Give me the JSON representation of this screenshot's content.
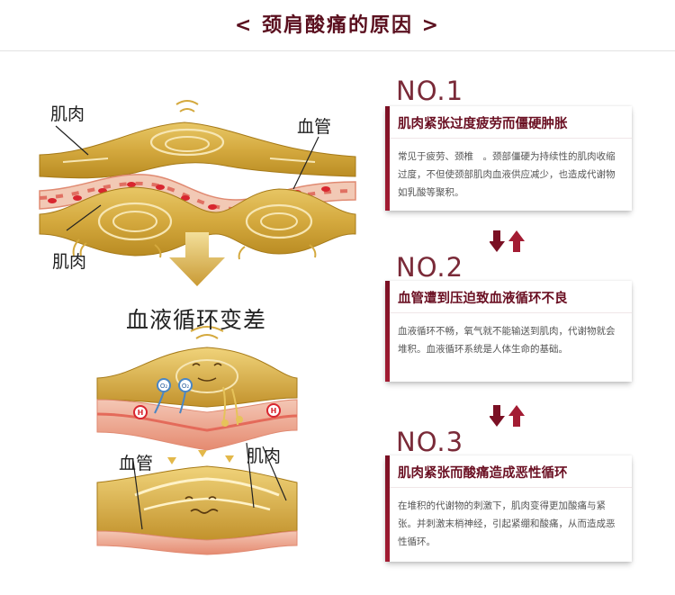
{
  "header": {
    "title": "< 颈肩酸痛的原因 >"
  },
  "illustration": {
    "label_muscle_top": "肌肉",
    "label_vessel_top": "血管",
    "label_muscle_bottom": "肌肉",
    "caption": "血液循环变差",
    "label_vessel_lower": "血管",
    "label_muscle_lower": "肌肉",
    "o2_bubble_1": "O₂",
    "o2_bubble_2": "O₂",
    "h_cell_1": "H",
    "h_cell_2": "H"
  },
  "causes": [
    {
      "number": "NO.1",
      "title": "肌肉紧张过度疲劳而僵硬肿胀",
      "body": "常见于疲劳、颈椎　。颈部僵硬为持续性的肌肉收缩过度，不但使颈部肌肉血液供应减少，也造成代谢物如乳酸等聚积。"
    },
    {
      "number": "NO.2",
      "title": "血管遭到压迫致血液循环不良",
      "body": "血液循环不畅，氧气就不能输送到肌肉，代谢物就会堆积。血液循环系统是人体生命的基础。"
    },
    {
      "number": "NO.3",
      "title": "肌肉紧张而酸痛造成恶性循环",
      "body": "在堆积的代谢物的刺激下，肌肉变得更加酸痛与紧张。并刺激末梢神经，引起紧绷和酸痛，从而造成恶性循环。"
    }
  ],
  "colors": {
    "title": "#5a0f1e",
    "accent": "#7b1024",
    "muscle": "#d9b24a",
    "vessel": "#e08a72",
    "blood": "#e23a3a",
    "arrow_down": "#7b1024",
    "arrow_up": "#a31c33"
  }
}
